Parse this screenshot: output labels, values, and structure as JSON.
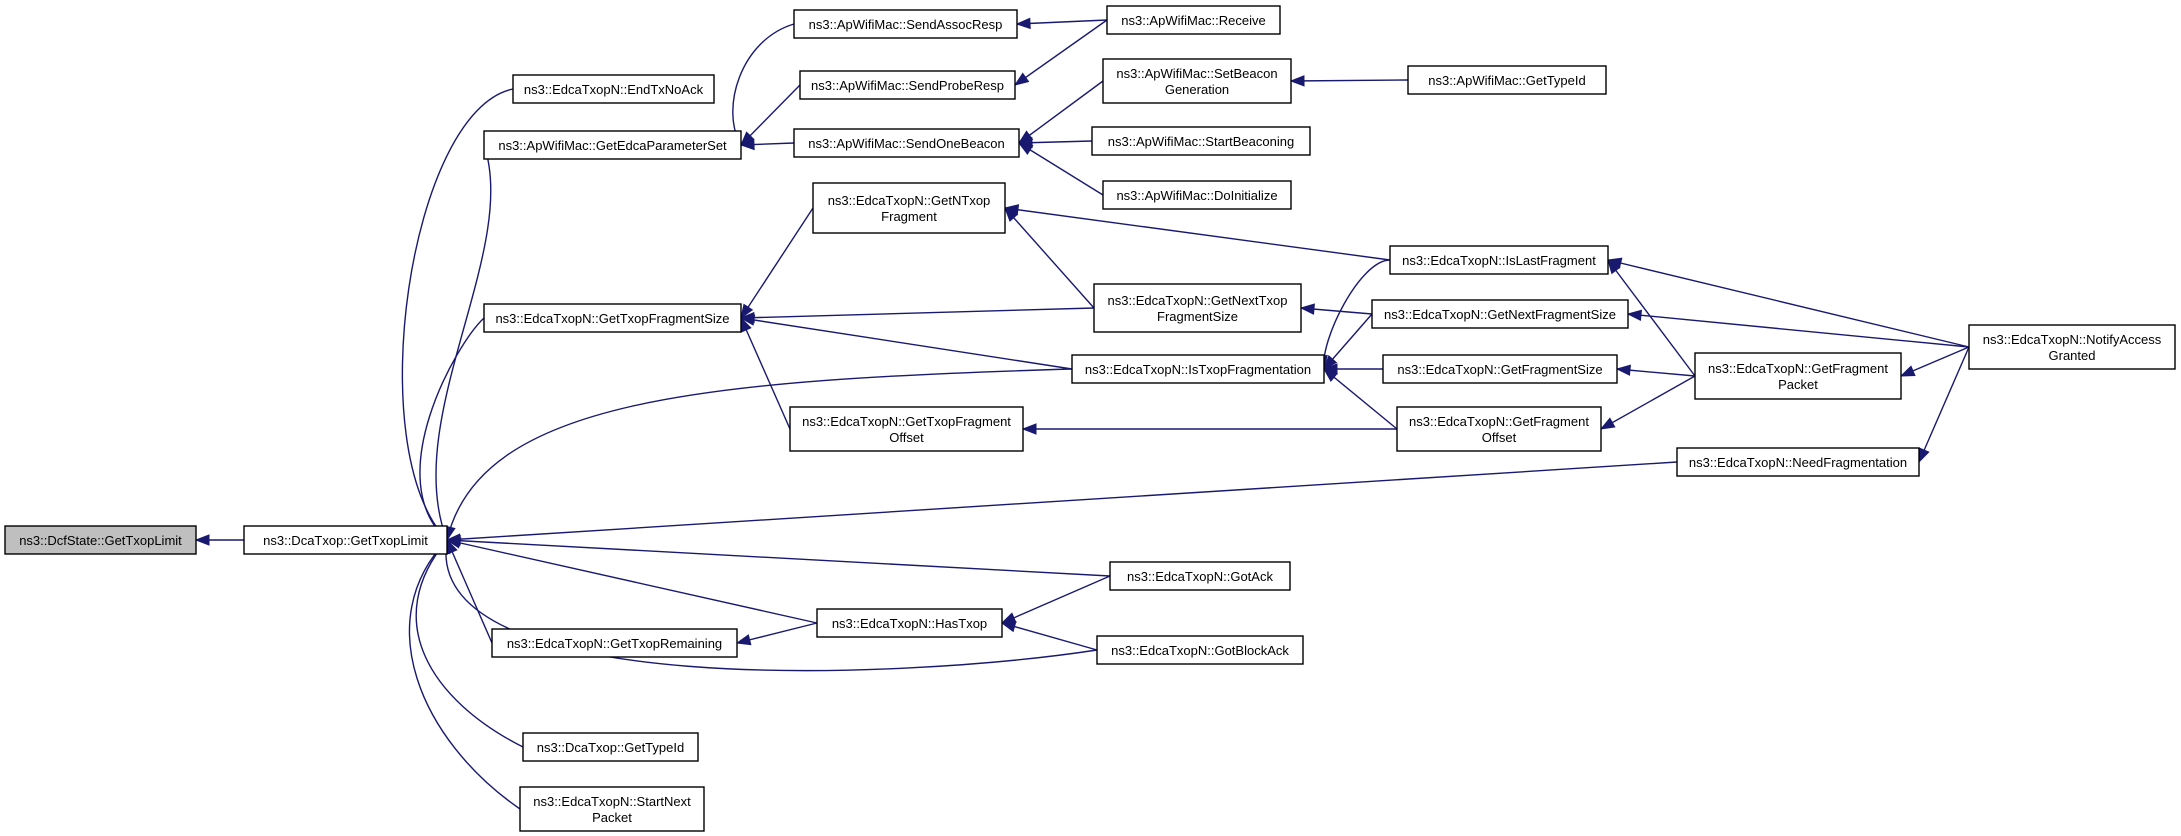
{
  "graph": {
    "kind": "call-graph",
    "nodes": [
      {
        "id": "root",
        "lines": [
          "ns3::DcfState::GetTxopLimit"
        ],
        "focus": true
      },
      {
        "id": "dca_getTxopLimit",
        "lines": [
          "ns3::DcaTxop::GetTxopLimit"
        ]
      },
      {
        "id": "endTxNoAck",
        "lines": [
          "ns3::EdcaTxopN::EndTxNoAck"
        ]
      },
      {
        "id": "getEdcaParamSet",
        "lines": [
          "ns3::ApWifiMac::GetEdcaParameterSet"
        ]
      },
      {
        "id": "getTxopFragSize",
        "lines": [
          "ns3::EdcaTxopN::GetTxopFragmentSize"
        ]
      },
      {
        "id": "getTxopRemaining",
        "lines": [
          "ns3::EdcaTxopN::GetTxopRemaining"
        ]
      },
      {
        "id": "dca_getTypeId",
        "lines": [
          "ns3::DcaTxop::GetTypeId"
        ]
      },
      {
        "id": "startNextPacket",
        "lines": [
          "ns3::EdcaTxopN::StartNext",
          "Packet"
        ]
      },
      {
        "id": "sendAssocResp",
        "lines": [
          "ns3::ApWifiMac::SendAssocResp"
        ]
      },
      {
        "id": "sendProbeResp",
        "lines": [
          "ns3::ApWifiMac::SendProbeResp"
        ]
      },
      {
        "id": "sendOneBeacon",
        "lines": [
          "ns3::ApWifiMac::SendOneBeacon"
        ]
      },
      {
        "id": "getNTxopFrag",
        "lines": [
          "ns3::EdcaTxopN::GetNTxop",
          "Fragment"
        ]
      },
      {
        "id": "getTxopFragOffset",
        "lines": [
          "ns3::EdcaTxopN::GetTxopFragment",
          "Offset"
        ]
      },
      {
        "id": "hasTxop",
        "lines": [
          "ns3::EdcaTxopN::HasTxop"
        ]
      },
      {
        "id": "receive",
        "lines": [
          "ns3::ApWifiMac::Receive"
        ]
      },
      {
        "id": "setBeaconGen",
        "lines": [
          "ns3::ApWifiMac::SetBeacon",
          "Generation"
        ]
      },
      {
        "id": "startBeaconing",
        "lines": [
          "ns3::ApWifiMac::StartBeaconing"
        ]
      },
      {
        "id": "doInitialize",
        "lines": [
          "ns3::ApWifiMac::DoInitialize"
        ]
      },
      {
        "id": "getNextTxopFragSize",
        "lines": [
          "ns3::EdcaTxopN::GetNextTxop",
          "FragmentSize"
        ]
      },
      {
        "id": "isTxopFrag",
        "lines": [
          "ns3::EdcaTxopN::IsTxopFragmentation"
        ]
      },
      {
        "id": "gotAck",
        "lines": [
          "ns3::EdcaTxopN::GotAck"
        ]
      },
      {
        "id": "gotBlockAck",
        "lines": [
          "ns3::EdcaTxopN::GotBlockAck"
        ]
      },
      {
        "id": "apGetTypeId",
        "lines": [
          "ns3::ApWifiMac::GetTypeId"
        ]
      },
      {
        "id": "isLastFrag",
        "lines": [
          "ns3::EdcaTxopN::IsLastFragment"
        ]
      },
      {
        "id": "getNextFragSize",
        "lines": [
          "ns3::EdcaTxopN::GetNextFragmentSize"
        ]
      },
      {
        "id": "getFragSize",
        "lines": [
          "ns3::EdcaTxopN::GetFragmentSize"
        ]
      },
      {
        "id": "getFragOffset",
        "lines": [
          "ns3::EdcaTxopN::GetFragment",
          "Offset"
        ]
      },
      {
        "id": "needFrag",
        "lines": [
          "ns3::EdcaTxopN::NeedFragmentation"
        ]
      },
      {
        "id": "getFragPacket",
        "lines": [
          "ns3::EdcaTxopN::GetFragment",
          "Packet"
        ]
      },
      {
        "id": "notifyAccess",
        "lines": [
          "ns3::EdcaTxopN::NotifyAccess",
          "Granted"
        ]
      }
    ],
    "edges": [
      {
        "from": "dca_getTxopLimit",
        "to": "root"
      },
      {
        "from": "endTxNoAck",
        "to": "dca_getTxopLimit"
      },
      {
        "from": "getEdcaParamSet",
        "to": "dca_getTxopLimit"
      },
      {
        "from": "getTxopFragSize",
        "to": "dca_getTxopLimit"
      },
      {
        "from": "isTxopFrag",
        "to": "dca_getTxopLimit"
      },
      {
        "from": "needFrag",
        "to": "dca_getTxopLimit"
      },
      {
        "from": "gotAck",
        "to": "dca_getTxopLimit"
      },
      {
        "from": "hasTxop",
        "to": "dca_getTxopLimit"
      },
      {
        "from": "getTxopRemaining",
        "to": "dca_getTxopLimit"
      },
      {
        "from": "gotBlockAck",
        "to": "dca_getTxopLimit"
      },
      {
        "from": "dca_getTypeId",
        "to": "dca_getTxopLimit"
      },
      {
        "from": "startNextPacket",
        "to": "dca_getTxopLimit"
      },
      {
        "from": "sendAssocResp",
        "to": "getEdcaParamSet"
      },
      {
        "from": "sendProbeResp",
        "to": "getEdcaParamSet"
      },
      {
        "from": "sendOneBeacon",
        "to": "getEdcaParamSet"
      },
      {
        "from": "receive",
        "to": "sendAssocResp"
      },
      {
        "from": "receive",
        "to": "sendProbeResp"
      },
      {
        "from": "setBeaconGen",
        "to": "sendOneBeacon"
      },
      {
        "from": "startBeaconing",
        "to": "sendOneBeacon"
      },
      {
        "from": "doInitialize",
        "to": "sendOneBeacon"
      },
      {
        "from": "apGetTypeId",
        "to": "setBeaconGen"
      },
      {
        "from": "getNTxopFrag",
        "to": "getTxopFragSize"
      },
      {
        "from": "getNextTxopFragSize",
        "to": "getTxopFragSize"
      },
      {
        "from": "isTxopFrag",
        "to": "getTxopFragSize"
      },
      {
        "from": "getTxopFragOffset",
        "to": "getTxopFragSize"
      },
      {
        "from": "isLastFrag",
        "to": "getNTxopFrag"
      },
      {
        "from": "getNextTxopFragSize",
        "to": "getNTxopFrag"
      },
      {
        "from": "getFragOffset",
        "to": "getTxopFragOffset"
      },
      {
        "from": "getNextFragSize",
        "to": "getNextTxopFragSize"
      },
      {
        "from": "isLastFrag",
        "to": "isTxopFrag"
      },
      {
        "from": "getNextFragSize",
        "to": "isTxopFrag"
      },
      {
        "from": "getFragSize",
        "to": "isTxopFrag"
      },
      {
        "from": "getFragOffset",
        "to": "isTxopFrag"
      },
      {
        "from": "notifyAccess",
        "to": "isLastFrag"
      },
      {
        "from": "getFragPacket",
        "to": "isLastFrag"
      },
      {
        "from": "notifyAccess",
        "to": "getNextFragSize"
      },
      {
        "from": "getFragPacket",
        "to": "getFragSize"
      },
      {
        "from": "getFragPacket",
        "to": "getFragOffset"
      },
      {
        "from": "notifyAccess",
        "to": "getFragPacket"
      },
      {
        "from": "notifyAccess",
        "to": "needFrag"
      },
      {
        "from": "gotAck",
        "to": "hasTxop"
      },
      {
        "from": "gotBlockAck",
        "to": "hasTxop"
      },
      {
        "from": "hasTxop",
        "to": "getTxopRemaining"
      }
    ]
  },
  "colors": {
    "edge": "#191970",
    "node_border": "#000000",
    "node_fill": "#ffffff",
    "focus_fill": "#bfbfbf"
  }
}
